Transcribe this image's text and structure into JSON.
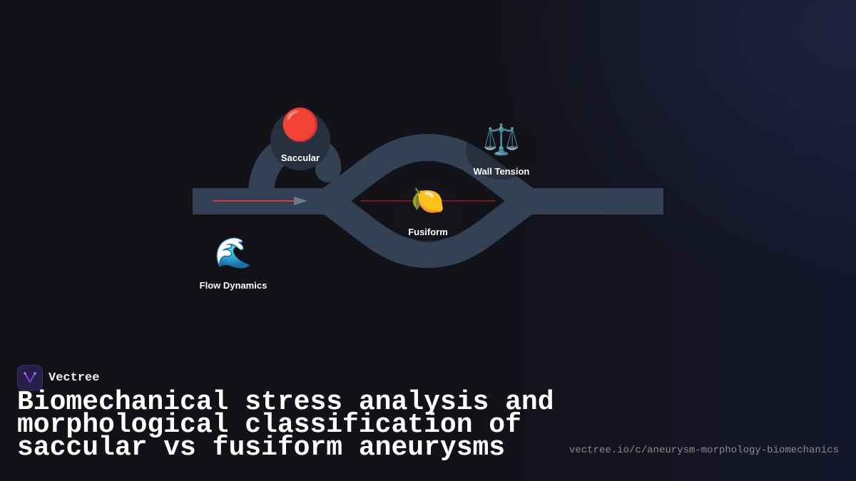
{
  "diagram": {
    "nodes": {
      "saccular": {
        "label": "Saccular",
        "icon": "red-circle-icon",
        "emoji": "🔴"
      },
      "fusiform": {
        "label": "Fusiform",
        "icon": "lemon-icon",
        "emoji": "🍋"
      },
      "wall_tension": {
        "label": "Wall Tension",
        "icon": "balance-scale-icon",
        "emoji": "⚖️"
      },
      "flow_dynamics": {
        "label": "Flow Dynamics",
        "icon": "water-wave-icon",
        "emoji": "🌊"
      }
    },
    "colors": {
      "vessel": "#334155",
      "flow_line": "#d63a3a",
      "arrow": "#6b7a90"
    }
  },
  "brand": {
    "name": "Vectree",
    "logo_icon": "vectree-logo-icon"
  },
  "title": "Biomechanical stress analysis and morphological classification of saccular vs fusiform aneurysms",
  "url": "vectree.io/c/aneurysm-morphology-biomechanics"
}
